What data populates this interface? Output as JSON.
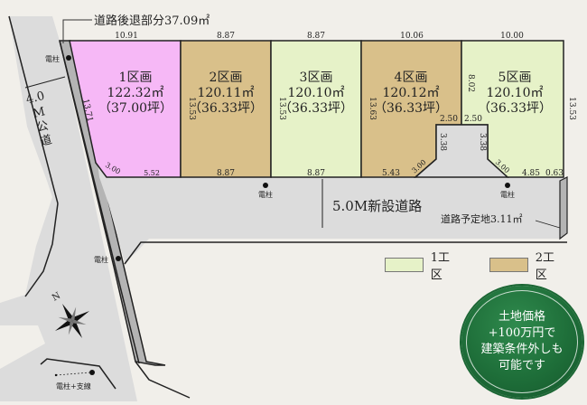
{
  "colors": {
    "lot1": "#f6b8f6",
    "phase1": "#e6f2c8",
    "phase2": "#d9c08a",
    "road": "#dcdcdc",
    "road_setback": "#b4b4b4",
    "badge": "#1e6e39"
  },
  "annotations": {
    "setback": "道路後退部分37.09㎡",
    "public_road": [
      "4.0",
      "M",
      "公",
      "道"
    ],
    "new_road": "5.0M新設道路",
    "planned_road": "道路予定地3.11㎡",
    "pole": "電柱",
    "pole_guy": "電柱+支線",
    "north": "N"
  },
  "lots": [
    {
      "name": "1区画",
      "area": "122.32㎡",
      "tsubo": "（37.00坪）",
      "phase": "special"
    },
    {
      "name": "2区画",
      "area": "120.11㎡",
      "tsubo": "（36.33坪）",
      "phase": "2"
    },
    {
      "name": "3区画",
      "area": "120.10㎡",
      "tsubo": "（36.33坪）",
      "phase": "1"
    },
    {
      "name": "4区画",
      "area": "120.12㎡",
      "tsubo": "（36.33坪）",
      "phase": "2"
    },
    {
      "name": "5区画",
      "area": "120.10㎡",
      "tsubo": "（36.33坪）",
      "phase": "1"
    }
  ],
  "dimensions": {
    "top": [
      "10.91",
      "8.87",
      "8.87",
      "10.06",
      "10.00"
    ],
    "lot1_left": "13.71",
    "lot1_corner": "3.00",
    "lot1_bottom": "5.52",
    "lot2_left": "13.53",
    "lot2_bottom": "8.87",
    "lot3_left": "13.53",
    "lot3_bottom": "8.87",
    "lot4_left": "13.63",
    "lot4_bottom": "5.43",
    "lot4_corner": "3.00",
    "lot4_notch_top": "2.50",
    "lot4_notch_side": "3.38",
    "lot5_left": "8.02",
    "lot5_notch_top": "2.50",
    "lot5_notch_side": "3.38",
    "lot5_corner": "3.00",
    "lot5_bottom": "4.85",
    "lot5_bottom_end": "0.63",
    "lot5_right": "13.53"
  },
  "legend": [
    {
      "label": "1工区",
      "color": "#e6f2c8"
    },
    {
      "label": "2工区",
      "color": "#d9c08a"
    }
  ],
  "badge": {
    "lines": [
      "土地価格",
      "+100万円で",
      "建築条件外しも",
      "可能です"
    ]
  }
}
